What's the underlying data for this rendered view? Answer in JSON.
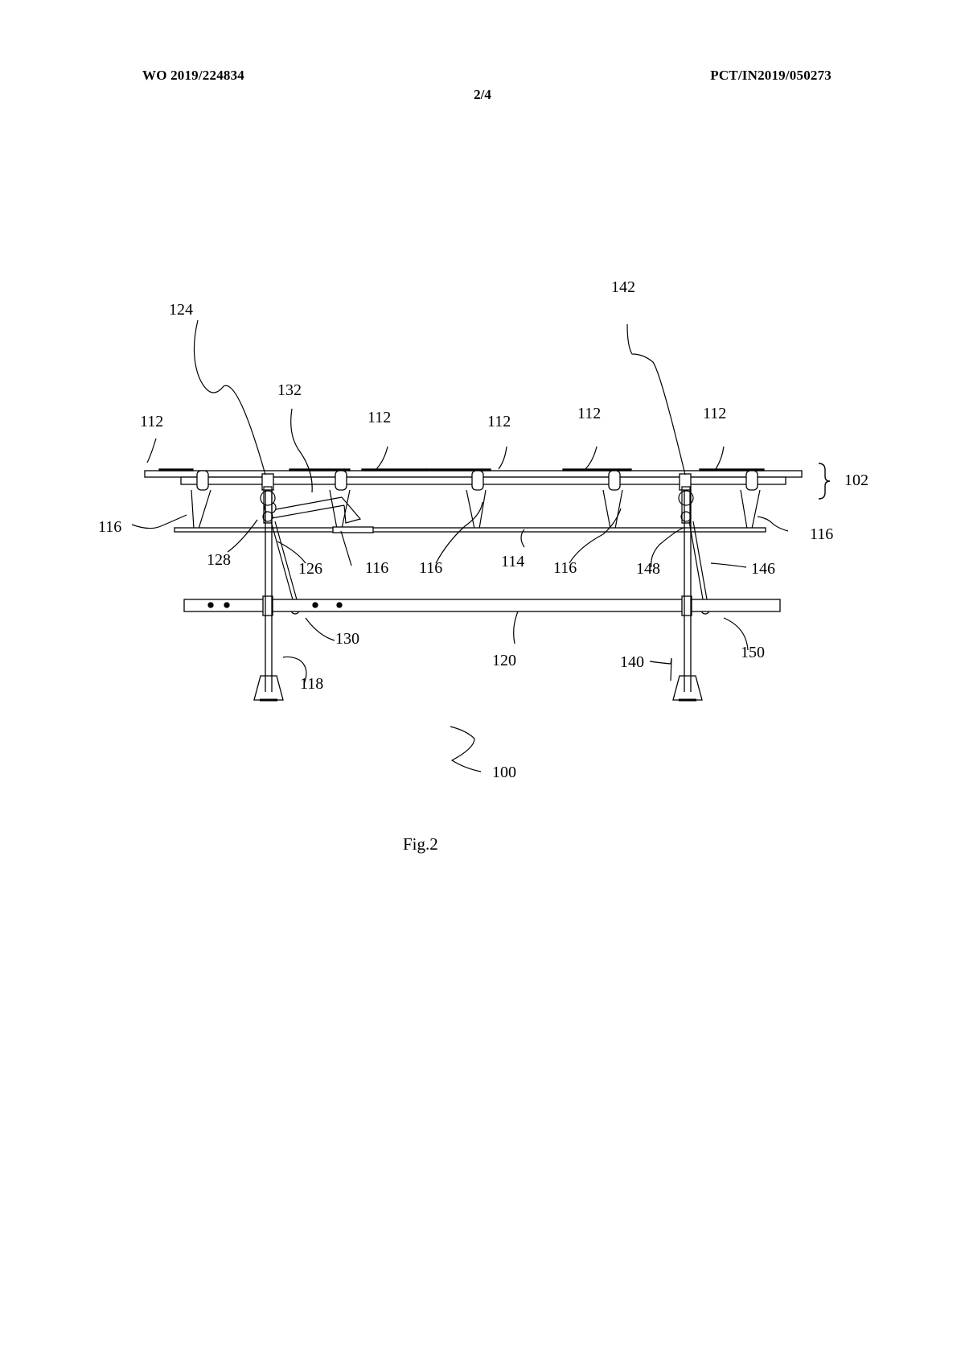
{
  "header": {
    "publication_number": "WO 2019/224834",
    "application_number": "PCT/IN2019/050273",
    "sheet": "2/4"
  },
  "figure": {
    "caption": "Fig.2",
    "reference_labels": {
      "r100": "100",
      "r102": "102",
      "r112": "112",
      "r114": "114",
      "r116": "116",
      "r118": "118",
      "r120": "120",
      "r124": "124",
      "r126": "126",
      "r128": "128",
      "r130": "130",
      "r132": "132",
      "r140": "140",
      "r142": "142",
      "r146": "146",
      "r148": "148",
      "r150": "150"
    }
  }
}
